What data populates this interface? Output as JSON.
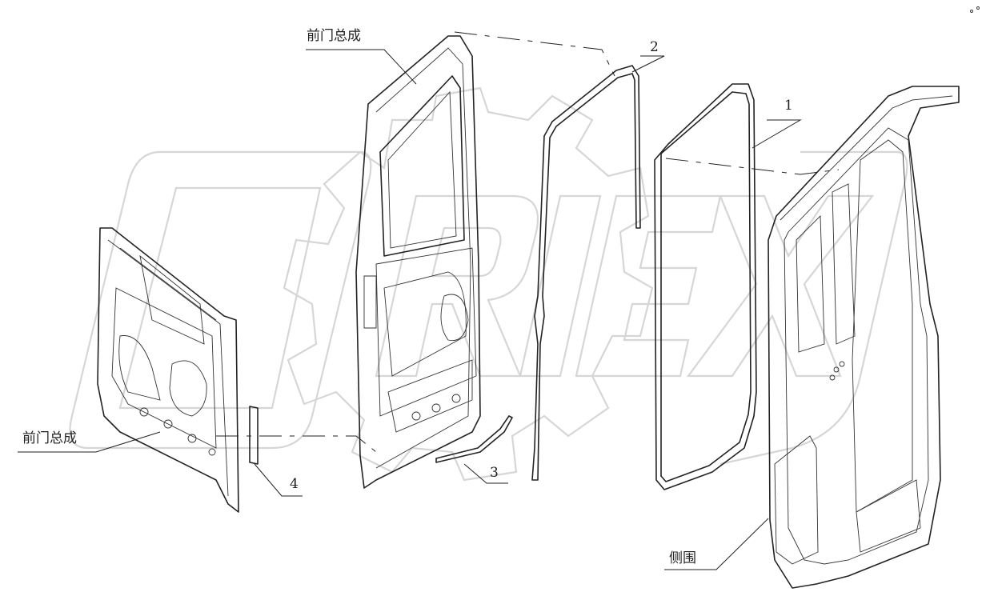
{
  "labels": {
    "front_door_top": "前门总成",
    "front_door_left": "前门总成",
    "side_panel": "侧围",
    "part_1": "1",
    "part_2": "2",
    "part_3": "3",
    "part_4": "4"
  },
  "watermark": {
    "text": "ORIEX"
  },
  "colors": {
    "line": "#222222",
    "watermark": "#d6d6d6",
    "background": "#ffffff"
  }
}
